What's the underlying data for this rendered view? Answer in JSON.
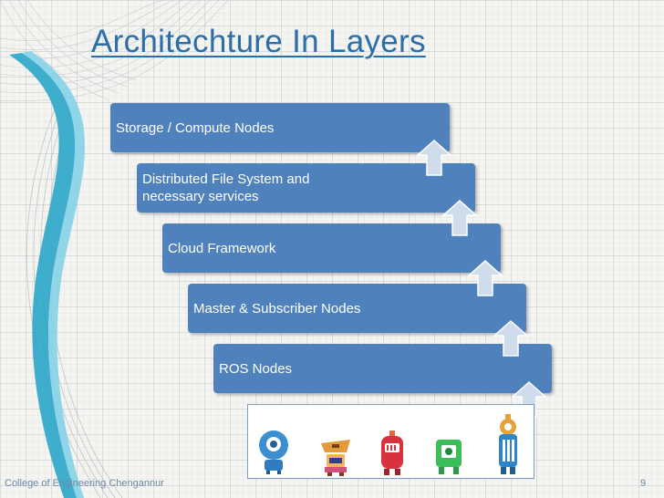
{
  "slide": {
    "title": "Architechture In Layers",
    "layers": [
      "Storage / Compute Nodes",
      "Distributed File System and\nnecessary services",
      "Cloud Framework",
      "Master & Subscriber Nodes",
      "ROS Nodes"
    ],
    "robot_icons": [
      "round-robot-icon",
      "orange-robot-icon",
      "red-robot-icon",
      "green-robot-icon",
      "tall-robot-icon"
    ],
    "footer": {
      "institution": "College of Engineering Chengannur",
      "page_number": "9"
    },
    "colors": {
      "title": "#2d6ea8",
      "layer_fill": "#4f81bd",
      "arrow_fill": "#cfdcec",
      "swirl": "#2aa6c8"
    }
  }
}
